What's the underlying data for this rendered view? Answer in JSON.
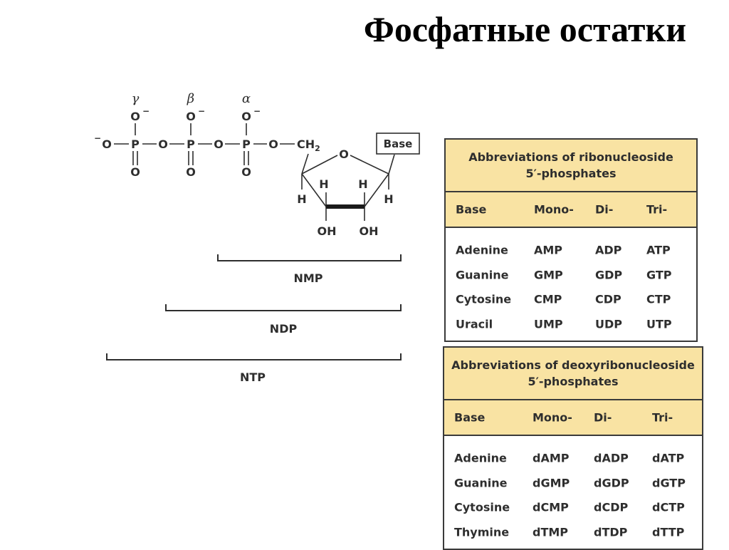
{
  "title": "Фосфатные остатки",
  "structure": {
    "greek": [
      "γ",
      "β",
      "α"
    ],
    "charge_oxygen": "O",
    "minus": "−",
    "phosphorus": "P",
    "oxygen": "O",
    "ch2": "CH",
    "ch2_subscript": "2",
    "base_box": "Base",
    "hydrogen": "H",
    "hydroxyl": "OH",
    "brackets": [
      "NMP",
      "NDP",
      "NTP"
    ]
  },
  "tables": [
    {
      "title_line1": "Abbreviations  of ribonucleoside",
      "title_line2": "5′-phosphates",
      "headers": [
        "Base",
        "Mono-",
        "Di-",
        "Tri-"
      ],
      "rows": [
        [
          "Adenine",
          "AMP",
          "ADP",
          "ATP"
        ],
        [
          "Guanine",
          "GMP",
          "GDP",
          "GTP"
        ],
        [
          "Cytosine",
          "CMP",
          "CDP",
          "CTP"
        ],
        [
          "Uracil",
          "UMP",
          "UDP",
          "UTP"
        ]
      ]
    },
    {
      "title_line1": "Abbreviations  of deoxyribonucleoside",
      "title_line2": "5′-phosphates",
      "headers": [
        "Base",
        "Mono-",
        "Di-",
        "Tri-"
      ],
      "rows": [
        [
          "Adenine",
          "dAMP",
          "dADP",
          "dATP"
        ],
        [
          "Guanine",
          "dGMP",
          "dGDP",
          "dGTP"
        ],
        [
          "Cytosine",
          "dCMP",
          "dCDP",
          "dCTP"
        ],
        [
          "Thymine",
          "dTMP",
          "dTDP",
          "dTTP"
        ]
      ]
    }
  ]
}
